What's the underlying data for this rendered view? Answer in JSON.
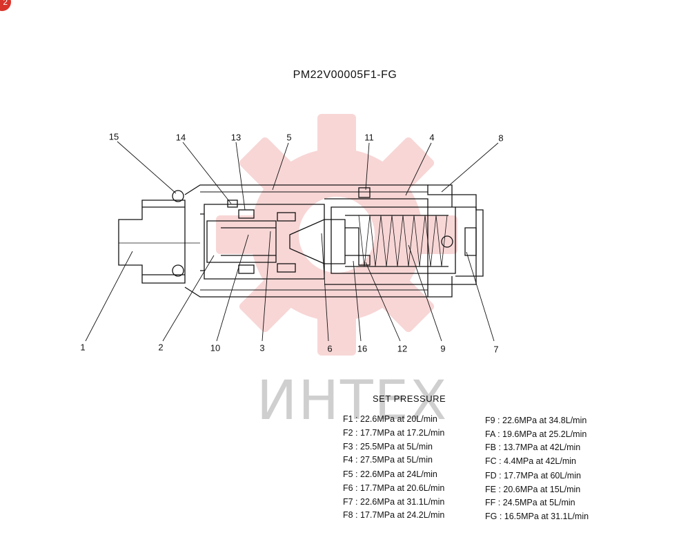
{
  "badge": "2",
  "title": "PM22V00005F1-FG",
  "watermark": "ИНТЕХ",
  "callouts": {
    "c1": "1",
    "c2": "2",
    "c3": "3",
    "c4": "4",
    "c5": "5",
    "c6": "6",
    "c7": "7",
    "c8": "8",
    "c9": "9",
    "c10": "10",
    "c11": "11",
    "c12": "12",
    "c13": "13",
    "c14": "14",
    "c15": "15",
    "c16": "16"
  },
  "set_pressure": {
    "title": "SET PRESSURE",
    "left": [
      "F1 : 22.6MPa  at  20L/min",
      "F2 : 17.7MPa  at  17.2L/min",
      "F3 : 25.5MPa  at  5L/min",
      "F4 : 27.5MPa  at  5L/min",
      "F5 : 22.6MPa  at  24L/min",
      "F6 : 17.7MPa  at  20.6L/min",
      "F7 : 22.6MPa  at  31.1L/min",
      "F8 : 17.7MPa  at  24.2L/min"
    ],
    "right": [
      "F9 : 22.6MPa  at  34.8L/min",
      "FA : 19.6MPa  at  25.2L/min",
      "FB : 13.7MPa  at  42L/min",
      "FC : 4.4MPa  at  42L/min",
      "FD : 17.7MPa  at  60L/min",
      "FE : 20.6MPa  at  15L/min",
      "FF : 24.5MPa  at  5L/min",
      "FG : 16.5MPa  at  31.1L/min"
    ]
  }
}
